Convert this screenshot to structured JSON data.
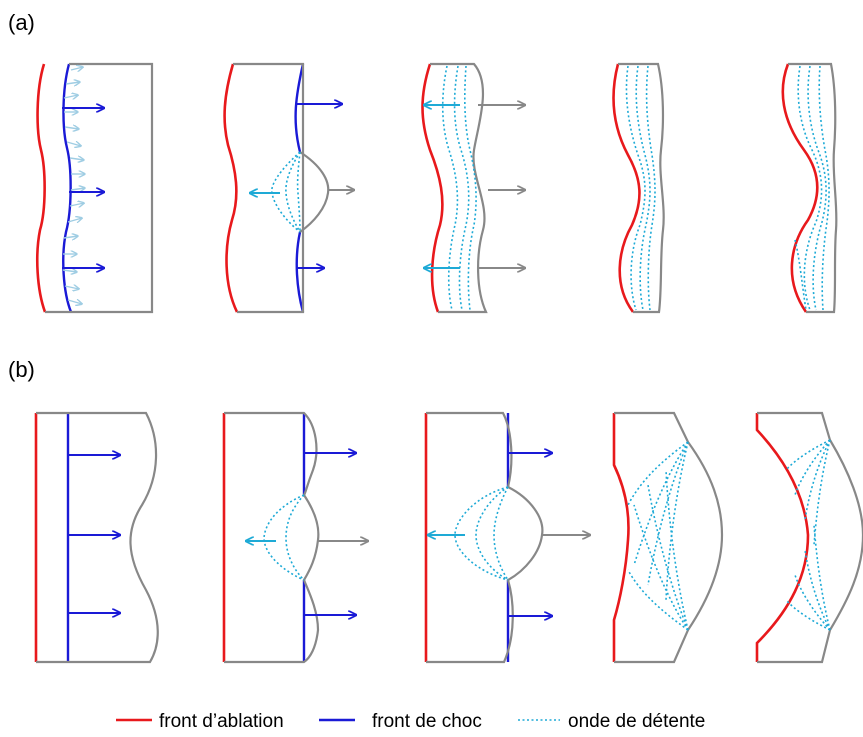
{
  "figure": {
    "panel_a_label": "(a)",
    "panel_b_label": "(b)"
  },
  "legend": {
    "items": [
      {
        "label": "front d’ablation",
        "color": "#e8191c",
        "style": "solid"
      },
      {
        "label": "front de choc",
        "color": "#1a1ad6",
        "style": "solid"
      },
      {
        "label": "onde de détente",
        "color": "#1eaad6",
        "style": "dotted"
      }
    ]
  },
  "colors": {
    "ablation": "#e8191c",
    "shock": "#1a1ad6",
    "rarefaction": "#1eaad6",
    "outline": "#888888",
    "ablation_arrows_light": "#9fcde3"
  }
}
